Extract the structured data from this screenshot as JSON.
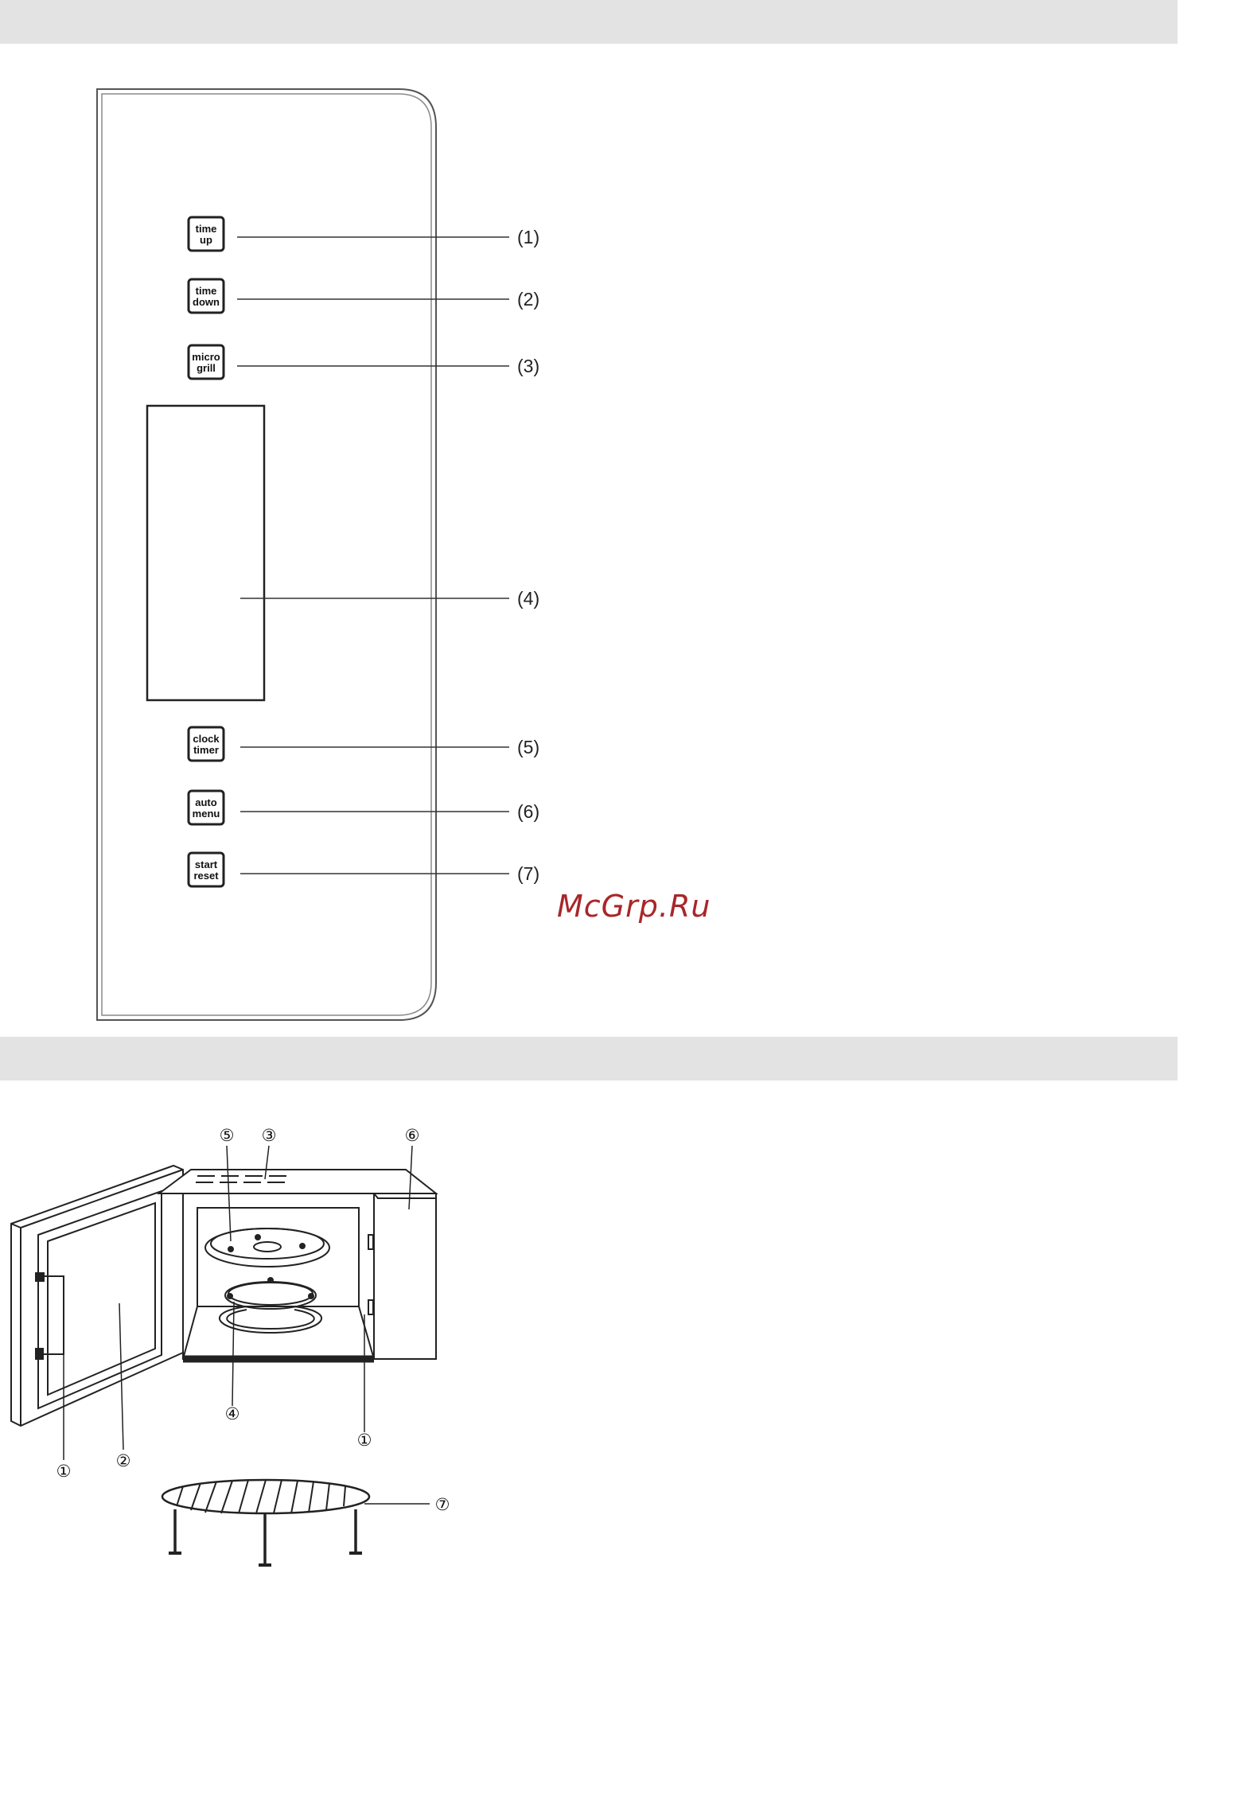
{
  "control_panel": {
    "buttons": [
      {
        "line1": "time",
        "line2": "up",
        "callout": "(1)"
      },
      {
        "line1": "time",
        "line2": "down",
        "callout": "(2)"
      },
      {
        "line1": "micro",
        "line2": "grill",
        "callout": "(3)"
      },
      {
        "line1": "clock",
        "line2": "timer",
        "callout": "(5)"
      },
      {
        "line1": "auto",
        "line2": "menu",
        "callout": "(6)"
      },
      {
        "line1": "start",
        "line2": "reset",
        "callout": "(7)"
      }
    ],
    "display_callout": "(4)"
  },
  "oven_diagram": {
    "labels": [
      "①",
      "②",
      "③",
      "④",
      "⑤",
      "⑥",
      "⑦"
    ]
  },
  "watermark": "McGrp.Ru"
}
